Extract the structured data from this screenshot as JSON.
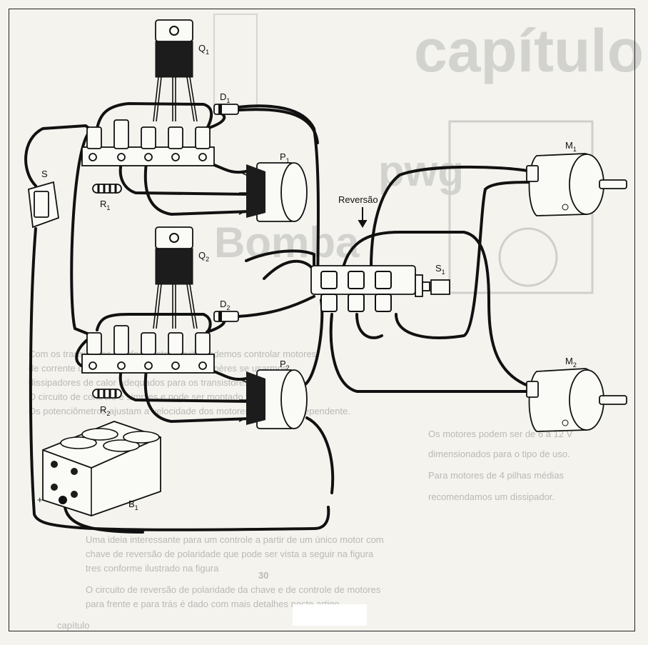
{
  "background": {
    "heading": "capítulo",
    "page_number": "30",
    "word_1": "Bomba",
    "word_2": "pwg"
  },
  "labels": {
    "q1": "Q",
    "q1_sub": "1",
    "q2": "Q",
    "q2_sub": "2",
    "d1": "D",
    "d1_sub": "1",
    "d2": "D",
    "d2_sub": "2",
    "p1": "P",
    "p1_sub": "1",
    "p2": "P",
    "p2_sub": "2",
    "r1": "R",
    "r1_sub": "1",
    "r2": "R",
    "r2_sub": "2",
    "s": "S",
    "s1": "S",
    "s1_sub": "1",
    "m1": "M",
    "m1_sub": "1",
    "m2": "M",
    "m2_sub": "2",
    "b1": "B",
    "b1_sub": "1",
    "reversao": "Reversão",
    "plus": "+",
    "minus": "-"
  },
  "colors": {
    "ink": "#111111",
    "paper": "#f4f3ee",
    "ghost": "#d2d2cf"
  }
}
